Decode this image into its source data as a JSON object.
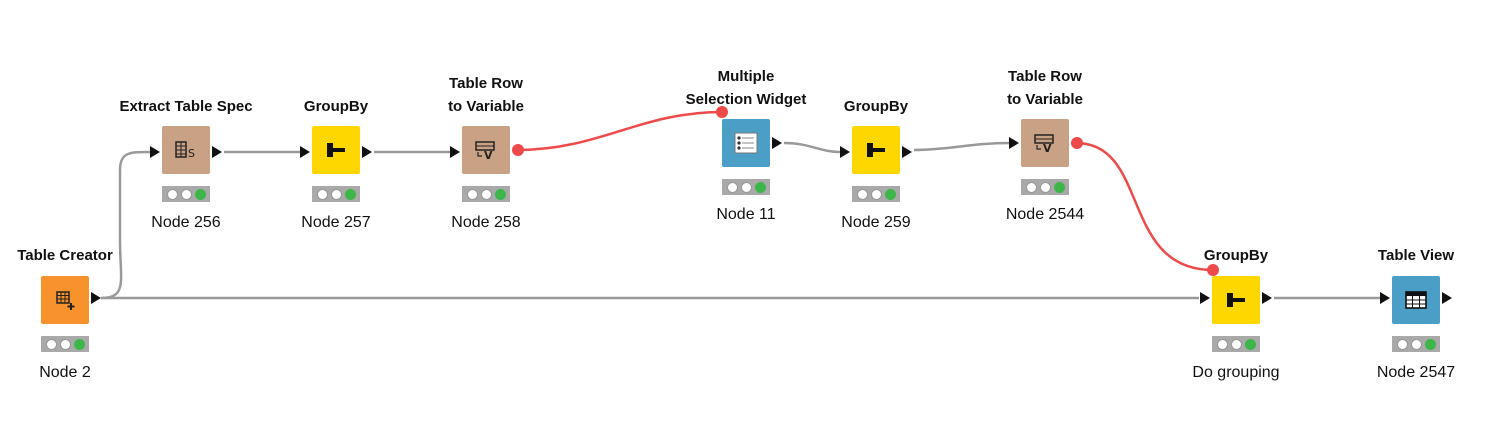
{
  "colors": {
    "manipulator": "#ffd700",
    "source": "#f7922c",
    "other": "#c9a185",
    "view": "#4b9ec6",
    "flow_connection": "#999999",
    "variable_connection": "#ef4a4a",
    "status_green": "#3cb649"
  },
  "nodes": [
    {
      "id": "table-creator",
      "title": "Table Creator",
      "label": "Node 2",
      "icon": "table-creator-icon",
      "type": "source",
      "status": "executed"
    },
    {
      "id": "extract-table-spec",
      "title": "Extract Table Spec",
      "label": "Node 256",
      "icon": "table-spec-icon",
      "type": "other",
      "status": "executed"
    },
    {
      "id": "groupby-257",
      "title": "GroupBy",
      "label": "Node 257",
      "icon": "groupby-icon",
      "type": "manipulator",
      "status": "executed"
    },
    {
      "id": "table-row-to-variable-258",
      "title_line1": "Table Row",
      "title_line2": "to Variable",
      "label": "Node 258",
      "icon": "row-to-variable-icon",
      "type": "other",
      "status": "executed"
    },
    {
      "id": "multiple-selection-widget",
      "title_line1": "Multiple",
      "title_line2": "Selection Widget",
      "label": "Node 11",
      "icon": "selection-widget-icon",
      "type": "view",
      "status": "executed"
    },
    {
      "id": "groupby-259",
      "title": "GroupBy",
      "label": "Node 259",
      "icon": "groupby-icon",
      "type": "manipulator",
      "status": "executed"
    },
    {
      "id": "table-row-to-variable-2544",
      "title_line1": "Table Row",
      "title_line2": "to Variable",
      "label": "Node 2544",
      "icon": "row-to-variable-icon",
      "type": "other",
      "status": "executed"
    },
    {
      "id": "groupby-do-grouping",
      "title": "GroupBy",
      "label": "Do grouping",
      "icon": "groupby-icon",
      "type": "manipulator",
      "status": "executed"
    },
    {
      "id": "table-view",
      "title": "Table View",
      "label": "Node 2547",
      "icon": "table-view-icon",
      "type": "view",
      "status": "executed"
    }
  ]
}
